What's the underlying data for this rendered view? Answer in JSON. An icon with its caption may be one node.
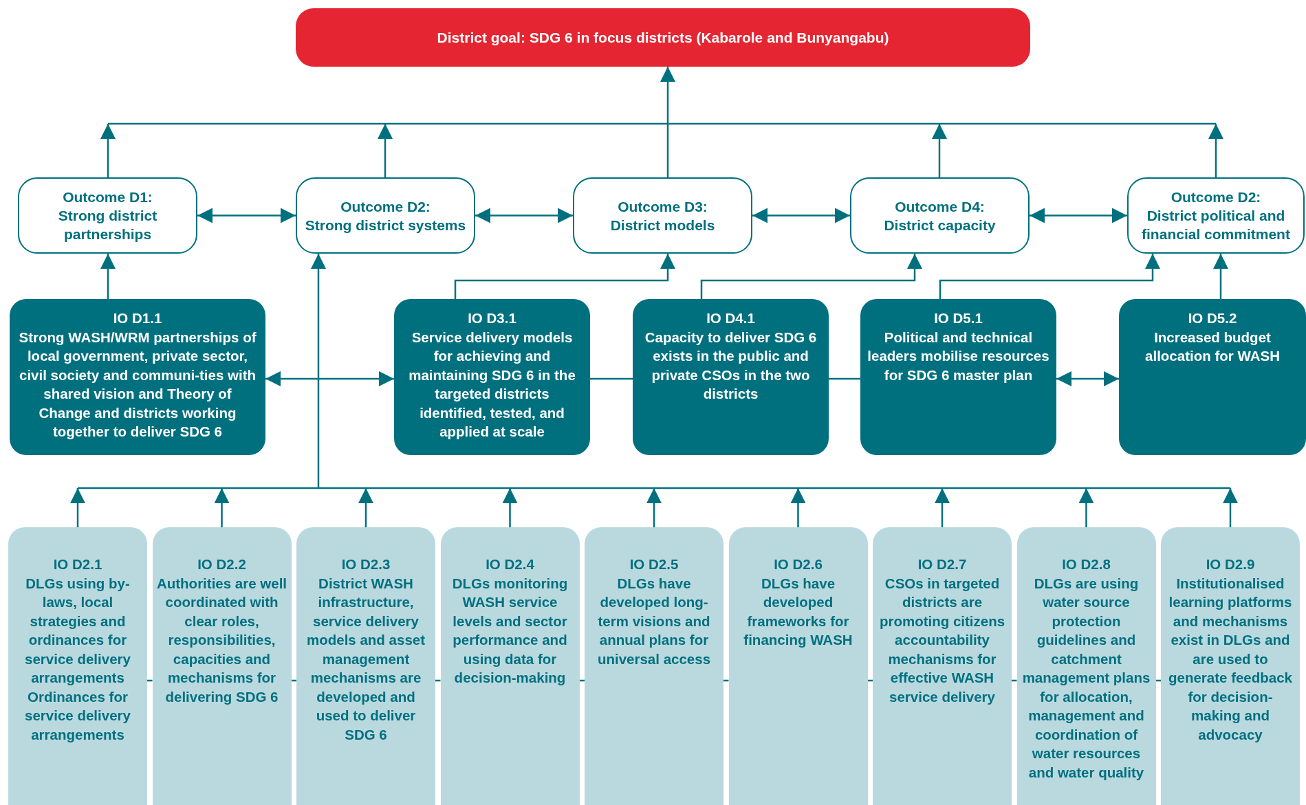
{
  "diagram": {
    "nodes": [
      {
        "text": [
          "District goal: SDG 6 in focus districts (Kabarole and Bunyangabu)"
        ]
      },
      {
        "text": [
          "Outcome D1:",
          "Strong district partnerships"
        ]
      },
      {
        "text": [
          "Outcome D2:",
          "Strong district systems"
        ]
      },
      {
        "text": [
          "Outcome D3:",
          "District models"
        ]
      },
      {
        "text": [
          "Outcome D4:",
          "District capacity"
        ]
      },
      {
        "text": [
          "Outcome D2:",
          "District political and financial commitment"
        ]
      },
      {
        "text": [
          "IO D1.1",
          "Strong WASH/WRM partnerships of local government, private sector, civil society and communi-ties with shared vision and Theory of Change and districts working together to deliver SDG 6"
        ]
      },
      {
        "text": [
          "IO D3.1",
          "Service delivery models for achieving and maintaining SDG 6 in the targeted districts identified, tested, and applied at scale"
        ]
      },
      {
        "text": [
          "IO D4.1",
          "Capacity to deliver SDG 6 exists in the public and private CSOs in the two districts"
        ]
      },
      {
        "text": [
          "IO D5.1",
          "Political and technical leaders mobilise resources for SDG 6 master plan"
        ]
      },
      {
        "text": [
          "IO D5.2",
          "Increased budget allocation for WASH"
        ]
      },
      {
        "text": [
          "IO D2.1",
          "DLGs using by-laws, local strategies and ordinances for service delivery arrangements Ordinances for service delivery arrangements"
        ]
      },
      {
        "text": [
          "IO D2.2",
          "Authorities are well coordinated with clear roles, responsibilities, capacities and mechanisms for delivering SDG 6"
        ]
      },
      {
        "text": [
          "IO D2.3",
          "District WASH infrastructure, service delivery models and asset management mechanisms are developed and used to deliver SDG 6"
        ]
      },
      {
        "text": [
          "IO D2.4",
          "DLGs monitoring WASH service levels and sector performance and using data for decision-making"
        ]
      },
      {
        "text": [
          "IO D2.5",
          "DLGs have developed long-term visions and annual plans for universal access"
        ]
      },
      {
        "text": [
          "IO D2.6",
          "DLGs have developed frameworks for financing WASH"
        ]
      },
      {
        "text": [
          "IO D2.7",
          "CSOs in targeted districts are promoting citizens accountability mechanisms for effective WASH service delivery"
        ]
      },
      {
        "text": [
          "IO D2.8",
          "DLGs are using water source protection guidelines and catchment management plans for allocation, management and coordination of water resources and water quality"
        ]
      },
      {
        "text": [
          "IO D2.9",
          "Institutionalised learning platforms and mechanisms exist in DLGs and are used to generate feedback for decision-making and advocacy"
        ]
      }
    ],
    "edges": [
      {
        "from": 1,
        "to": 0,
        "arrow": "to"
      },
      {
        "from": 2,
        "to": 0,
        "arrow": "to"
      },
      {
        "from": 3,
        "to": 0,
        "arrow": "to"
      },
      {
        "from": 4,
        "to": 0,
        "arrow": "to"
      },
      {
        "from": 5,
        "to": 0,
        "arrow": "to"
      },
      {
        "from": 1,
        "to": 2,
        "arrow": "both"
      },
      {
        "from": 2,
        "to": 3,
        "arrow": "both"
      },
      {
        "from": 3,
        "to": 4,
        "arrow": "both"
      },
      {
        "from": 4,
        "to": 5,
        "arrow": "both"
      },
      {
        "from": 6,
        "to": 1,
        "arrow": "to"
      },
      {
        "from": 7,
        "to": 3,
        "arrow": "to"
      },
      {
        "from": 8,
        "to": 4,
        "arrow": "to"
      },
      {
        "from": 9,
        "to": 5,
        "arrow": "to"
      },
      {
        "from": 10,
        "to": 5,
        "arrow": "to"
      },
      {
        "from": 6,
        "to": 7,
        "arrow": "both"
      },
      {
        "from": 7,
        "to": 8,
        "arrow": "none"
      },
      {
        "from": 8,
        "to": 9,
        "arrow": "none"
      },
      {
        "from": 9,
        "to": 10,
        "arrow": "both"
      },
      {
        "from": 11,
        "to": 2,
        "arrow": "to"
      },
      {
        "from": 12,
        "to": 2,
        "arrow": "to"
      },
      {
        "from": 13,
        "to": 2,
        "arrow": "to"
      },
      {
        "from": 14,
        "to": 2,
        "arrow": "to"
      },
      {
        "from": 15,
        "to": 2,
        "arrow": "to"
      },
      {
        "from": 16,
        "to": 2,
        "arrow": "to"
      },
      {
        "from": 17,
        "to": 2,
        "arrow": "to"
      },
      {
        "from": 18,
        "to": 2,
        "arrow": "to"
      },
      {
        "from": 19,
        "to": 2,
        "arrow": "to"
      },
      {
        "from": 11,
        "to": 12,
        "arrow": "none"
      },
      {
        "from": 12,
        "to": 13,
        "arrow": "none"
      },
      {
        "from": 13,
        "to": 14,
        "arrow": "none"
      },
      {
        "from": 14,
        "to": 15,
        "arrow": "none"
      },
      {
        "from": 15,
        "to": 16,
        "arrow": "none"
      },
      {
        "from": 16,
        "to": 17,
        "arrow": "none"
      },
      {
        "from": 17,
        "to": 18,
        "arrow": "none"
      },
      {
        "from": 18,
        "to": 19,
        "arrow": "none"
      }
    ]
  }
}
